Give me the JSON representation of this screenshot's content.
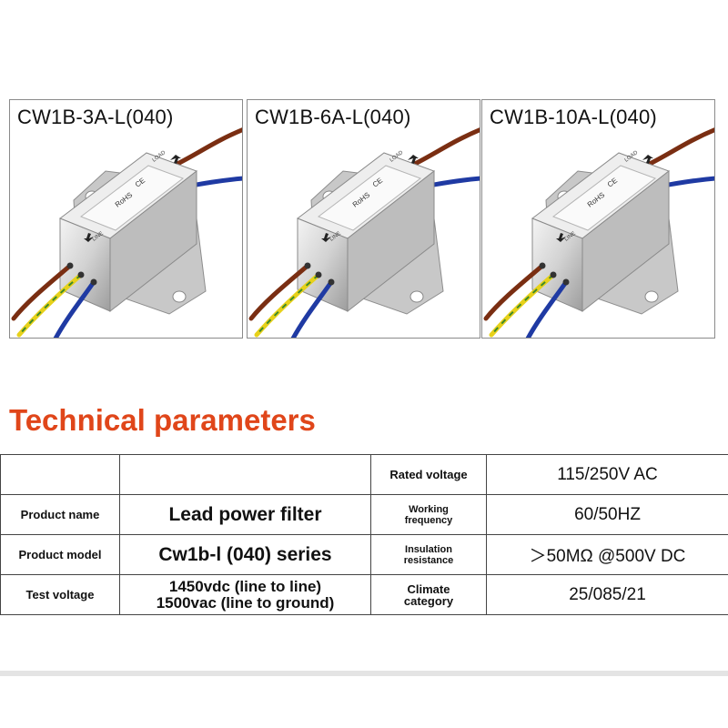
{
  "panels": [
    {
      "label": "CW1B-3A-L(040)"
    },
    {
      "label": "CW1B-6A-L(040)"
    },
    {
      "label": "CW1B-10A-L(040)"
    }
  ],
  "filter_marks": {
    "rohs": "RoHS",
    "ce": "CE",
    "line": "LINE",
    "load": "LOAD"
  },
  "colors": {
    "wire_brown": "#7a2e12",
    "wire_blue": "#1f3aa3",
    "wire_yellow": "#e7d11a",
    "wire_green": "#3d8a2a",
    "heading": "#e0461a"
  },
  "heading": "Technical parameters",
  "table": {
    "rows": [
      {
        "c1": "",
        "c2": "",
        "c3": "Rated voltage",
        "c4": "115/250V AC"
      },
      {
        "c1": "Product name",
        "c2": "Lead power filter",
        "c3_lines": [
          "Working",
          "frequency"
        ],
        "c4": "60/50HZ"
      },
      {
        "c1": "Product model",
        "c2": "Cw1b-l (040) series",
        "c3_lines": [
          "Insulation",
          "resistance"
        ],
        "c4": "＞50MΩ @500V  DC"
      },
      {
        "c1": "Test voltage",
        "c2_lines": [
          "1450vdc (line to line)",
          "1500vac (line to ground)"
        ],
        "c3_lines": [
          "Climate",
          "category"
        ],
        "c4": "25/085/21"
      }
    ]
  }
}
